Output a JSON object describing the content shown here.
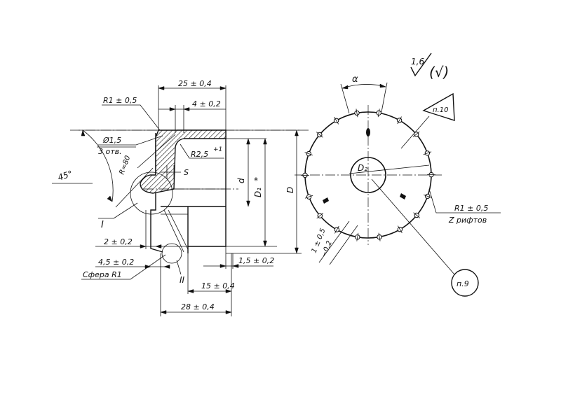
{
  "drawing": {
    "roughness": {
      "value": "1,6",
      "general": "(√)"
    },
    "note_callouts": {
      "n10": "п.10",
      "n9": "п.9"
    },
    "side_view": {
      "dim_width": "25 ± 0,4",
      "dim_groove": "4 ± 0,2",
      "dim_edge_radius": "R1 ± 0,5",
      "dim_holes_diameter": "Ø1,5",
      "dim_holes_count": "3 отв.",
      "angle": "45°",
      "radius_80": "R≈80",
      "radius_25": "R2,5",
      "radius_25_tol": "+1",
      "s_label": "S",
      "d_label": "d",
      "d1_label": "D₁",
      "d1_mark": "*",
      "big_d_label": "D",
      "detail_1": "I",
      "detail_2": "II",
      "dim_2": "2 ± 0,2",
      "dim_45": "4,5 ± 0,2",
      "sphere": "Сфера  R1",
      "dim_15_small": "1,5 ± 0,2",
      "dim_15": "15 ± 0,4",
      "dim_28": "28 ± 0,4"
    },
    "front_view": {
      "alpha": "α",
      "d2_label": "D₂",
      "dim_radial_a": "1 ± 0,5",
      "dim_radial_b": "−0,2",
      "rib_radius": "R1 ± 0,5",
      "rib_count": "Z рифтов"
    }
  }
}
